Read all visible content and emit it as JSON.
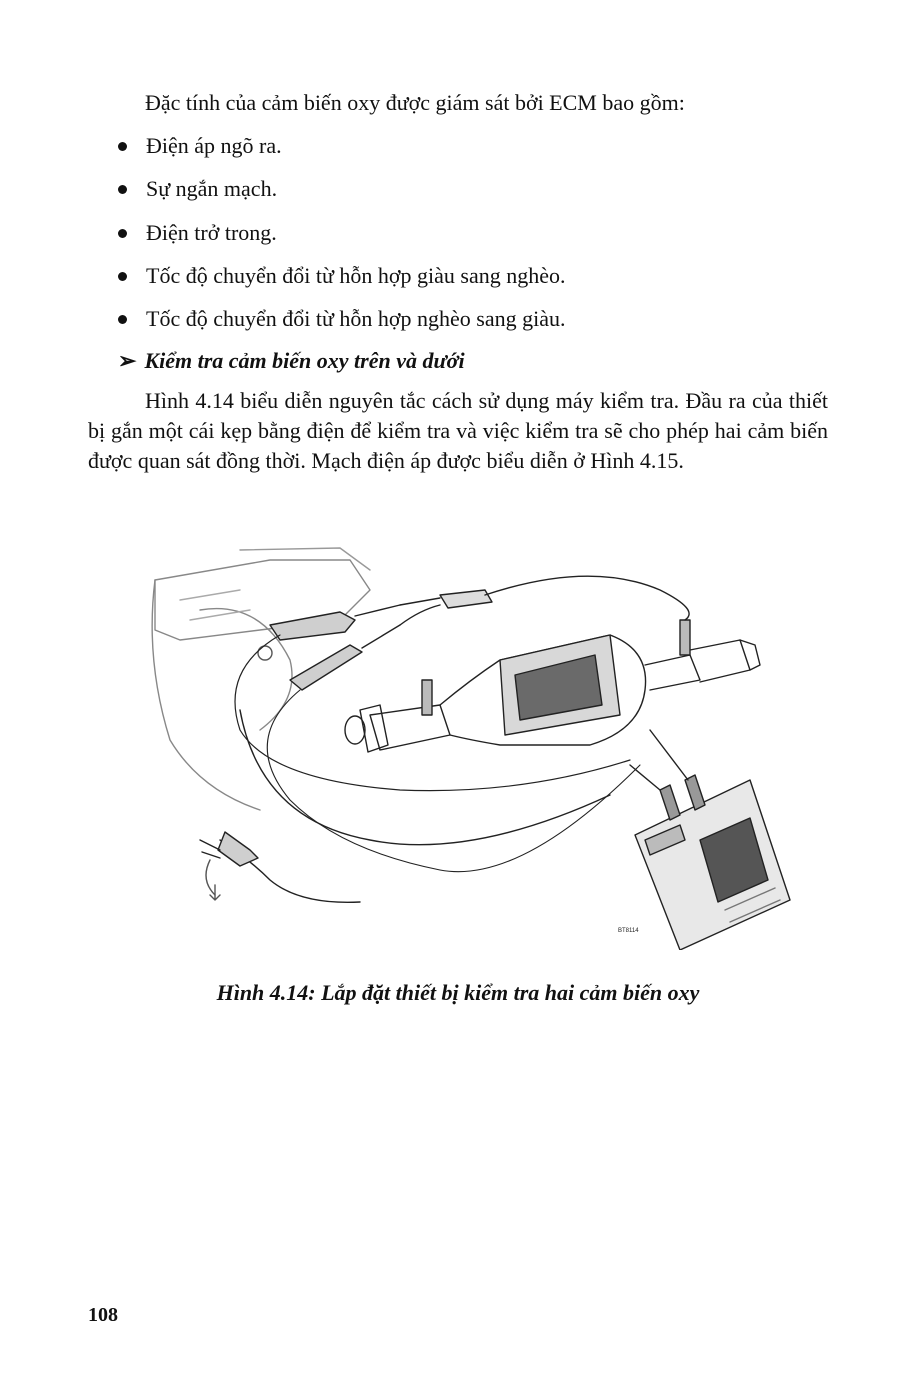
{
  "document": {
    "intro": "Đặc tính của cảm biến oxy được giám sát bởi ECM bao gồm:",
    "bullets": [
      "Điện áp ngõ ra.",
      "Sự ngắn mạch.",
      "Điện trở trong.",
      "Tốc độ chuyển đổi từ hỗn hợp giàu sang nghèo.",
      "Tốc độ chuyển đổi từ hỗn hợp nghèo sang giàu."
    ],
    "subheading": "Kiểm tra cảm biến oxy trên và dưới",
    "paragraph": "Hình 4.14 biểu diễn nguyên tắc cách sử dụng máy kiểm tra. Đầu ra của thiết bị gắn một cái kẹp bằng điện để kiểm tra và việc kiểm tra sẽ cho phép hai cảm biến được quan sát đồng thời. Mạch điện áp được biểu diễn ở Hình 4.15.",
    "figure_label": "BT8114",
    "caption": "Hình 4.14: Lắp đặt thiết bị kiểm tra hai cảm biến oxy",
    "page_number": "108"
  }
}
